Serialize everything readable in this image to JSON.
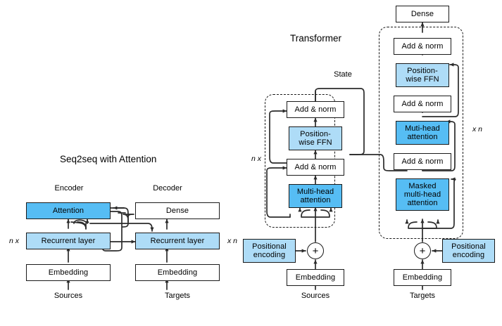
{
  "diagram": {
    "titles": {
      "left": "Seq2seq with Attention",
      "right": "Transformer"
    },
    "seq2seq": {
      "column_headers": {
        "encoder": "Encoder",
        "decoder": "Decoder"
      },
      "repeat_left": "n x",
      "repeat_right": "x n",
      "encoder_blocks": [
        {
          "label": "Attention",
          "style": "blue-dark"
        },
        {
          "label": "Recurrent layer",
          "style": "blue-light"
        },
        {
          "label": "Embedding",
          "style": "white"
        }
      ],
      "decoder_blocks": [
        {
          "label": "Dense",
          "style": "white"
        },
        {
          "label": "Recurrent layer",
          "style": "blue-light"
        },
        {
          "label": "Embedding",
          "style": "white"
        }
      ],
      "inputs": {
        "encoder": "Sources",
        "decoder": "Targets"
      }
    },
    "transformer": {
      "state_label": "State",
      "encoder": {
        "repeat_label": "n x",
        "blocks": [
          {
            "label": "Add & norm",
            "style": "white"
          },
          {
            "label": "Position-\nwise FFN",
            "style": "blue-light"
          },
          {
            "label": "Add & norm",
            "style": "white"
          },
          {
            "label": "Multi-head\nattention",
            "style": "blue-dark"
          }
        ],
        "positional_encoding": "Positional\nencoding",
        "add_symbol": "+",
        "embedding": "Embedding",
        "input": "Sources"
      },
      "decoder": {
        "repeat_label": "x n",
        "output_block": {
          "label": "Dense",
          "style": "white"
        },
        "blocks": [
          {
            "label": "Add & norm",
            "style": "white"
          },
          {
            "label": "Position-\nwise FFN",
            "style": "blue-light"
          },
          {
            "label": "Add & norm",
            "style": "white"
          },
          {
            "label": "Muti-head\nattention",
            "style": "blue-dark"
          },
          {
            "label": "Add & norm",
            "style": "white"
          },
          {
            "label": "Masked\nmulti-head\nattention",
            "style": "blue-dark"
          }
        ],
        "positional_encoding": "Positional\nencoding",
        "add_symbol": "+",
        "embedding": "Embedding",
        "input": "Targets"
      }
    },
    "colors": {
      "accent_dark": "#56bdf4",
      "accent_light": "#aedcf7",
      "stroke": "#1a1a1a",
      "background": "#ffffff"
    }
  }
}
